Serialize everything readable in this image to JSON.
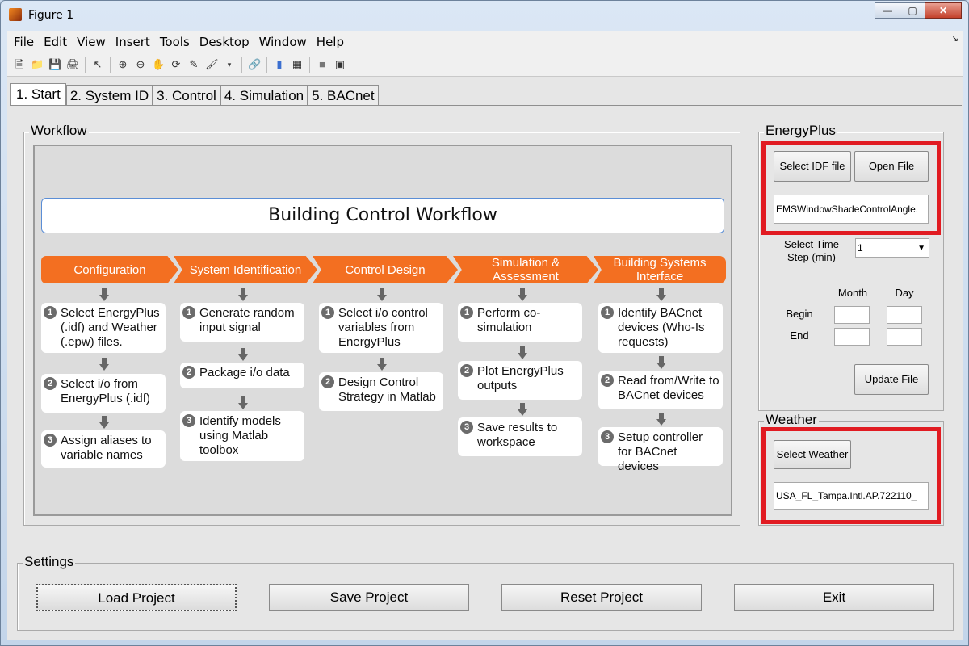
{
  "window": {
    "title": "Figure 1"
  },
  "menu": [
    "File",
    "Edit",
    "View",
    "Insert",
    "Tools",
    "Desktop",
    "Window",
    "Help"
  ],
  "tabs": [
    "1. Start",
    "2. System ID",
    "3. Control",
    "4. Simulation",
    "5. BACnet"
  ],
  "workflow": {
    "group_title": "Workflow",
    "banner": "Building Control Workflow",
    "phases": [
      "Configuration",
      "System Identification",
      "Control Design",
      "Simulation & Assessment",
      "Building Systems Interface"
    ],
    "steps": {
      "config": [
        "Select EnergyPlus (.idf) and Weather (.epw) files.",
        "Select i/o from EnergyPlus (.idf)",
        "Assign aliases to variable names"
      ],
      "sysid": [
        "Generate random input signal",
        "Package i/o data",
        "Identify models using Matlab toolbox"
      ],
      "control": [
        "Select i/o control variables from EnergyPlus",
        "Design Control Strategy in Matlab"
      ],
      "sim": [
        "Perform co-simulation",
        "Plot EnergyPlus outputs",
        "Save results to workspace"
      ],
      "bacnet": [
        "Identify BACnet devices (Who-Is requests)",
        "Read from/Write to BACnet devices",
        "Setup controller for BACnet devices"
      ]
    },
    "badges": [
      "1",
      "2",
      "3"
    ]
  },
  "energyplus": {
    "group_title": "EnergyPlus",
    "select_idf": "Select IDF file",
    "open_file": "Open File",
    "idf_value": "EMSWindowShadeControlAngle.",
    "timestep_label": "Select Time Step (min)",
    "timestep_value": "1",
    "month": "Month",
    "day": "Day",
    "begin": "Begin",
    "end": "End",
    "update_file": "Update File"
  },
  "weather": {
    "group_title": "Weather",
    "select_weather": "Select Weather",
    "weather_value": "USA_FL_Tampa.Intl.AP.722110_"
  },
  "settings": {
    "group_title": "Settings",
    "load": "Load Project",
    "save": "Save Project",
    "reset": "Reset Project",
    "exit": "Exit"
  },
  "colors": {
    "phase": "#f36f21",
    "highlight": "#e11b22"
  }
}
